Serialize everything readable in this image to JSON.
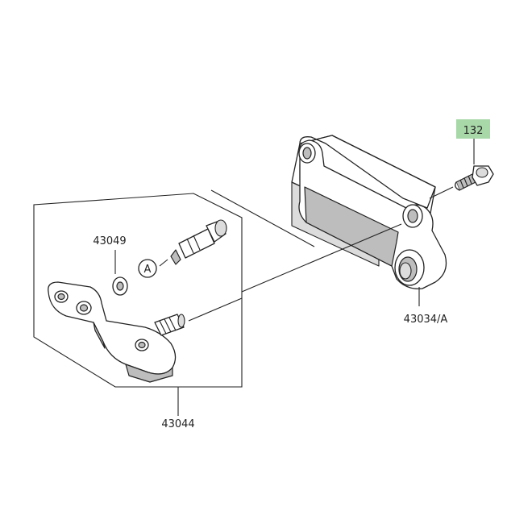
{
  "parts": {
    "bolt": {
      "number": "132",
      "highlight_color": "#a8d8a8"
    },
    "link_bracket": {
      "number": "43034/A"
    },
    "washer": {
      "number": "43049"
    },
    "caliper_bracket_assembly": {
      "number": "43044"
    },
    "reference_marker": {
      "letter": "A"
    }
  }
}
